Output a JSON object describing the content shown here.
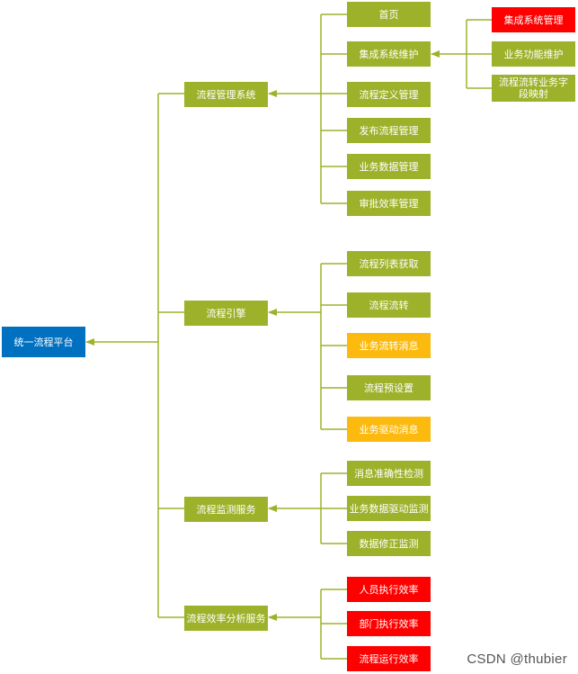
{
  "colors": {
    "line": "#9db22a",
    "green": "#9db22a",
    "red": "#ff0000",
    "orange": "#fdba0e",
    "blue": "#0070c0"
  },
  "root": {
    "label": "统一流程平台"
  },
  "branches": [
    {
      "label": "流程管理系统",
      "children": [
        {
          "label": "首页"
        },
        {
          "label": "集成系统维护",
          "children": [
            {
              "label": "集成系统管理"
            },
            {
              "label": "业务功能维护"
            },
            {
              "label": "流程流转业务字段映射"
            }
          ]
        },
        {
          "label": "流程定义管理"
        },
        {
          "label": "发布流程管理"
        },
        {
          "label": "业务数据管理"
        },
        {
          "label": "审批效率管理"
        }
      ]
    },
    {
      "label": "流程引擎",
      "children": [
        {
          "label": "流程列表获取"
        },
        {
          "label": "流程流转"
        },
        {
          "label": "业务流转消息"
        },
        {
          "label": "流程预设置"
        },
        {
          "label": "业务驱动消息"
        }
      ]
    },
    {
      "label": "流程监测服务",
      "children": [
        {
          "label": "消息准确性检测"
        },
        {
          "label": "业务数据驱动监测"
        },
        {
          "label": "数据修正监测"
        }
      ]
    },
    {
      "label": "流程效率分析服务",
      "children": [
        {
          "label": "人员执行效率"
        },
        {
          "label": "部门执行效率"
        },
        {
          "label": "流程运行效率"
        }
      ]
    }
  ],
  "watermark": "CSDN @thubier"
}
